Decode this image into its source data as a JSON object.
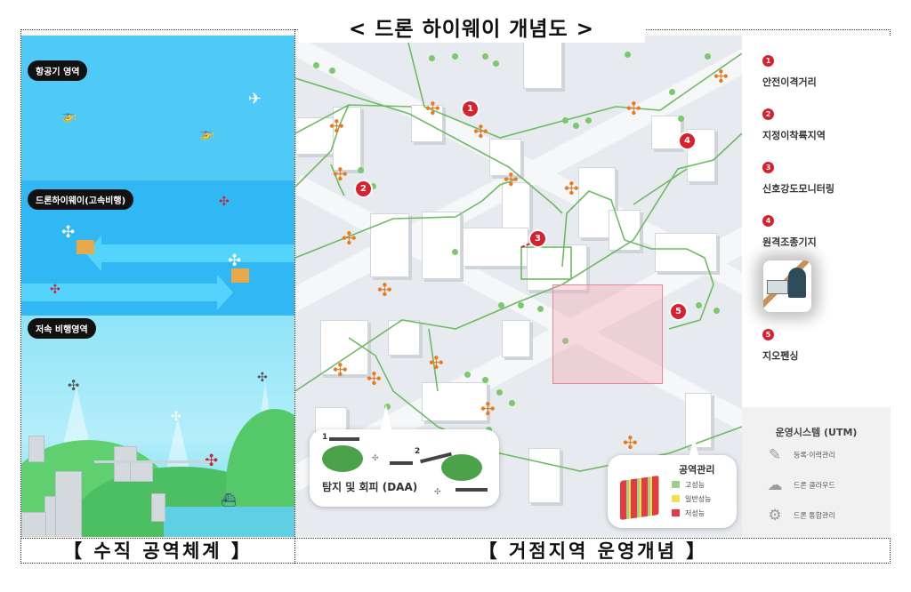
{
  "title": "< 드론 하이웨이 개념도 >",
  "left_panel": {
    "caption": "【 수직 공역체계 】",
    "zones": [
      {
        "label": "항공기 영역",
        "color": "#4fcaf6"
      },
      {
        "label": "드론하이웨이(고속비행)",
        "color": "#31b7f3"
      },
      {
        "label": "저속 비행영역",
        "color": "#8fe4f8"
      }
    ]
  },
  "right_panel": {
    "caption": "【 거점지역 운영개념 】",
    "map_markers": [
      "1",
      "2",
      "3",
      "4",
      "5"
    ],
    "daa_bubble": {
      "label": "탐지 및 회피 (DAA)",
      "arrow_labels": [
        "1",
        "2"
      ]
    },
    "airspace_bubble": {
      "title": "공역관리",
      "legend": [
        {
          "label": "고성능",
          "color": "#9fd08a"
        },
        {
          "label": "일반성능",
          "color": "#f3e04a"
        },
        {
          "label": "저성능",
          "color": "#e63946"
        }
      ]
    }
  },
  "legend": {
    "items": [
      {
        "num": "1",
        "label": "안전이격거리"
      },
      {
        "num": "2",
        "label": "지정이착륙지역"
      },
      {
        "num": "3",
        "label": "신호강도모니터링"
      },
      {
        "num": "4",
        "label": "원격조종기지"
      },
      {
        "num": "5",
        "label": "지오펜싱"
      }
    ],
    "utm": {
      "title": "운영시스템 (UTM)",
      "rows": [
        {
          "icon": "document-edit-icon",
          "glyph": "✎",
          "label": "등록·이력관리"
        },
        {
          "icon": "drone-cloud-icon",
          "glyph": "☁",
          "label": "드론 클라우드"
        },
        {
          "icon": "gear-icon",
          "glyph": "⚙",
          "label": "드론 통합관리"
        }
      ]
    }
  },
  "colors": {
    "marker_red": "#d7212f",
    "route_green": "#6dbb63",
    "drone_orange": "#e77b22"
  }
}
